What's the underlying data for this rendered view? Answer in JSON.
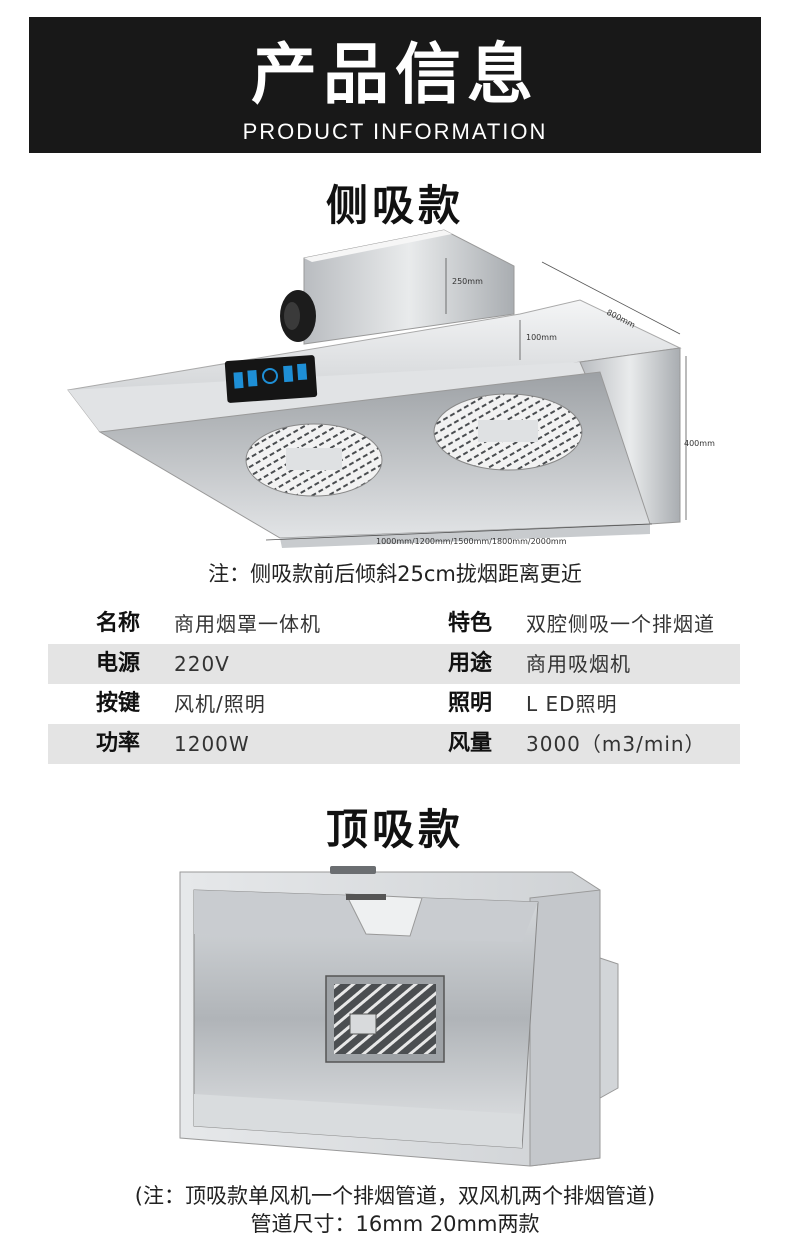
{
  "header": {
    "title": "产品信息",
    "subtitle": "PRODUCT INFORMATION"
  },
  "side_model": {
    "title": "侧吸款",
    "dims": {
      "top_height": "250mm",
      "depth": "800mm",
      "front_height": "100mm",
      "side_height": "400mm",
      "lengths": "1000mm/1200mm/1500mm/1800mm/2000mm"
    },
    "note": "注：侧吸款前后倾斜25cm拢烟距离更近"
  },
  "specs": [
    {
      "label1": "名称",
      "value1": "商用烟罩一体机",
      "label2": "特色",
      "value2": "双腔侧吸一个排烟道"
    },
    {
      "label1": "电源",
      "value1": "220V",
      "label2": "用途",
      "value2": "商用吸烟机"
    },
    {
      "label1": "按键",
      "value1": "风机/照明",
      "label2": "照明",
      "value2": "L ED照明"
    },
    {
      "label1": "功率",
      "value1": "1200W",
      "label2": "风量",
      "value2": "3000（m3/min）"
    }
  ],
  "top_model": {
    "title": "顶吸款",
    "note_line1": "(注：顶吸款单风机一个排烟管道，双风机两个排烟管道)",
    "note_line2": "管道尺寸：16mm 20mm两款"
  },
  "colors": {
    "banner_bg": "#181818",
    "row_shade": "#e4e4e4",
    "steel": "#d9dcdf"
  }
}
